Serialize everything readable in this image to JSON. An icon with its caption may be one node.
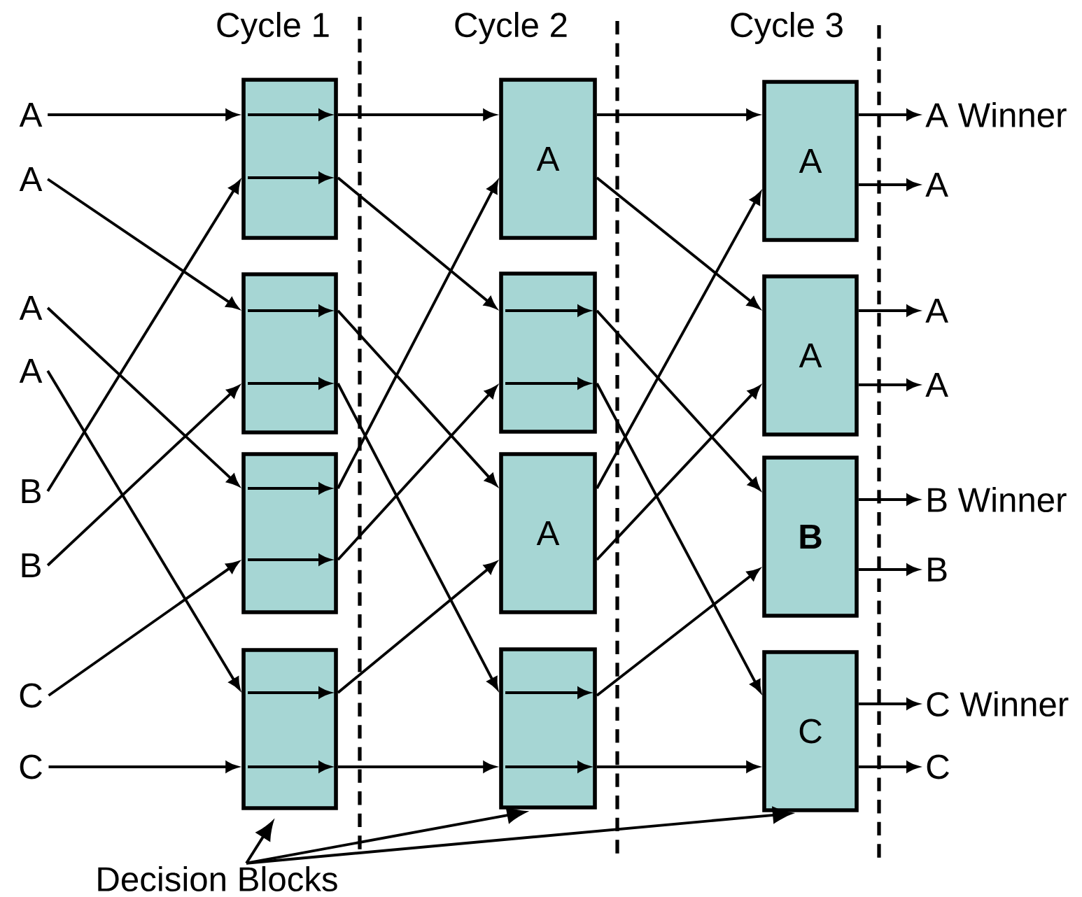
{
  "diagram": {
    "nodes": [
      {
        "text": [
          "A"
        ]
      },
      {
        "text": [
          "A"
        ]
      },
      {
        "text": [
          "A"
        ]
      },
      {
        "text": [
          "A"
        ]
      },
      {
        "text": [
          "B"
        ]
      },
      {
        "text": [
          "B"
        ]
      },
      {
        "text": [
          "C"
        ]
      },
      {
        "text": [
          "C"
        ]
      },
      {
        "text": [],
        "shape": "box"
      },
      {
        "text": [],
        "shape": "box"
      },
      {
        "text": [],
        "shape": "box"
      },
      {
        "text": [],
        "shape": "box"
      },
      {
        "text": [
          "A"
        ]
      },
      {
        "text": [],
        "shape": "box"
      },
      {
        "text": [
          "A"
        ]
      },
      {
        "text": [],
        "shape": "box"
      },
      {
        "text": [
          "A"
        ]
      },
      {
        "text": [
          "A"
        ]
      },
      {
        "text": [
          "B"
        ]
      },
      {
        "text": [
          "C"
        ]
      },
      {
        "text": [
          "A Winner"
        ]
      },
      {
        "text": [
          "A"
        ]
      },
      {
        "text": [
          "A"
        ]
      },
      {
        "text": [
          "A"
        ]
      },
      {
        "text": [
          "B Winner"
        ]
      },
      {
        "text": [
          "B"
        ]
      },
      {
        "text": [
          "C Winner"
        ]
      },
      {
        "text": [
          "C"
        ]
      },
      {
        "text": [
          "Decision Blocks"
        ]
      }
    ],
    "edges": [
      {
        "from": 0,
        "to": 8,
        "arrow": "to"
      },
      {
        "from": 1,
        "to": 9,
        "arrow": "to"
      },
      {
        "from": 2,
        "to": 10,
        "arrow": "to"
      },
      {
        "from": 3,
        "to": 11,
        "arrow": "to"
      },
      {
        "from": 4,
        "to": 8,
        "arrow": "to"
      },
      {
        "from": 5,
        "to": 9,
        "arrow": "to"
      },
      {
        "from": 6,
        "to": 10,
        "arrow": "to"
      },
      {
        "from": 7,
        "to": 11,
        "arrow": "to"
      },
      {
        "from": 8,
        "to": 12,
        "arrow": "to"
      },
      {
        "from": 8,
        "to": 13,
        "arrow": "to"
      },
      {
        "from": 9,
        "to": 14,
        "arrow": "to"
      },
      {
        "from": 9,
        "to": 15,
        "arrow": "to"
      },
      {
        "from": 10,
        "to": 12,
        "arrow": "to"
      },
      {
        "from": 10,
        "to": 13,
        "arrow": "to"
      },
      {
        "from": 11,
        "to": 14,
        "arrow": "to"
      },
      {
        "from": 11,
        "to": 15,
        "arrow": "to"
      },
      {
        "from": 12,
        "to": 16,
        "arrow": "to"
      },
      {
        "from": 12,
        "to": 17,
        "arrow": "to"
      },
      {
        "from": 13,
        "to": 18,
        "arrow": "to"
      },
      {
        "from": 13,
        "to": 19,
        "arrow": "to"
      },
      {
        "from": 14,
        "to": 16,
        "arrow": "to"
      },
      {
        "from": 14,
        "to": 17,
        "arrow": "to"
      },
      {
        "from": 15,
        "to": 18,
        "arrow": "to"
      },
      {
        "from": 15,
        "to": 19,
        "arrow": "to"
      },
      {
        "from": 16,
        "to": 20,
        "arrow": "to"
      },
      {
        "from": 16,
        "to": 21,
        "arrow": "to"
      },
      {
        "from": 17,
        "to": 22,
        "arrow": "to"
      },
      {
        "from": 17,
        "to": 23,
        "arrow": "to"
      },
      {
        "from": 18,
        "to": 24,
        "arrow": "to"
      },
      {
        "from": 18,
        "to": 25,
        "arrow": "to"
      },
      {
        "from": 19,
        "to": 26,
        "arrow": "to"
      },
      {
        "from": 19,
        "to": 27,
        "arrow": "to"
      },
      {
        "from": 28,
        "to": 11,
        "arrow": "to"
      },
      {
        "from": 28,
        "to": 15,
        "arrow": "to"
      },
      {
        "from": 28,
        "to": 19,
        "arrow": "to"
      }
    ],
    "labels": [
      "Cycle 1",
      "Cycle 2",
      "Cycle 3"
    ]
  }
}
